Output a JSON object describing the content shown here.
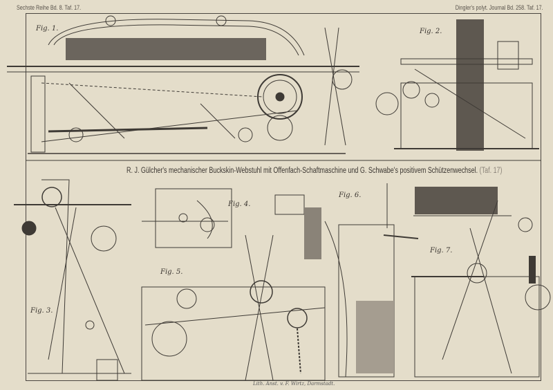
{
  "header": {
    "left": "Sechste Reihe Bd. 8. Taf. 17.",
    "right": "Dingler's polyt. Journal Bd. 258. Taf. 17."
  },
  "title": {
    "text": "R. J. Gülcher's mechanischer Buckskin-Webstuhl mit Offenfach-Schaftmaschine und G. Schwabe's positivem Schützenwechsel.",
    "ref": "(Taf. 17)"
  },
  "figures": [
    "Fig. 1.",
    "Fig. 2.",
    "Fig. 3.",
    "Fig. 4.",
    "Fig. 5.",
    "Fig. 6.",
    "Fig. 7."
  ],
  "imprint": "Lith. Anst. v. F. Wirtz, Darmstadt."
}
